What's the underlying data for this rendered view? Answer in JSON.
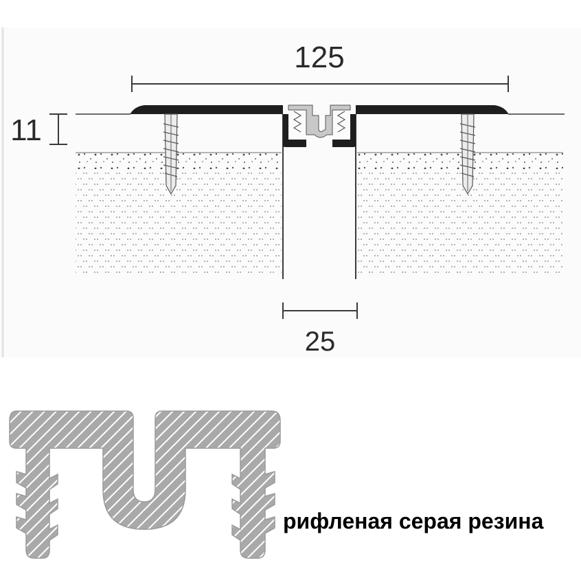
{
  "dimensions": {
    "width": "125",
    "height": "11",
    "gap": "25"
  },
  "caption": "рифленая серая резина",
  "colors": {
    "line": "#3a3a3a",
    "profile": "#1e1e1e",
    "hatch_fill": "#a9a9a9",
    "hatch_line": "#ffffff",
    "frame_bg": "#f4f4f4"
  }
}
